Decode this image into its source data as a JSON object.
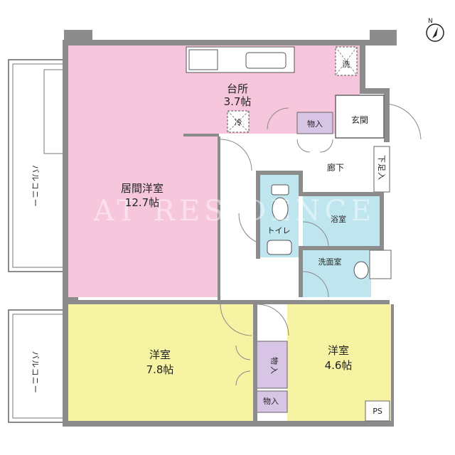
{
  "compass": {
    "label": "N"
  },
  "watermark": "AT RESIDENCE",
  "rooms": {
    "kitchen": {
      "name": "台所",
      "size": "3.7帖",
      "fridge": "冷",
      "washer": "洗"
    },
    "living": {
      "name": "居間洋室",
      "size": "12.7帖"
    },
    "storage_hall": "物入",
    "entrance": "玄関",
    "shoe_box": "下足入",
    "corridor": "廊下",
    "toilet": "トイレ",
    "bath": "浴室",
    "washroom": "洗面室",
    "bedroom_left": {
      "name": "洋室",
      "size": "7.8帖"
    },
    "bedroom_right": {
      "name": "洋室",
      "size": "4.6帖"
    },
    "storage_bed_1": "物入",
    "storage_bed_2": "物入",
    "ps": "PS"
  },
  "balconies": {
    "upper": "バルコニー",
    "lower": "バルコニー"
  },
  "colors": {
    "living": "#f6c6dc",
    "bedroom": "#f6f3a3",
    "wet": "#bfe6ef",
    "storage": "#d8c4e4",
    "wall": "#8c8c8c"
  }
}
